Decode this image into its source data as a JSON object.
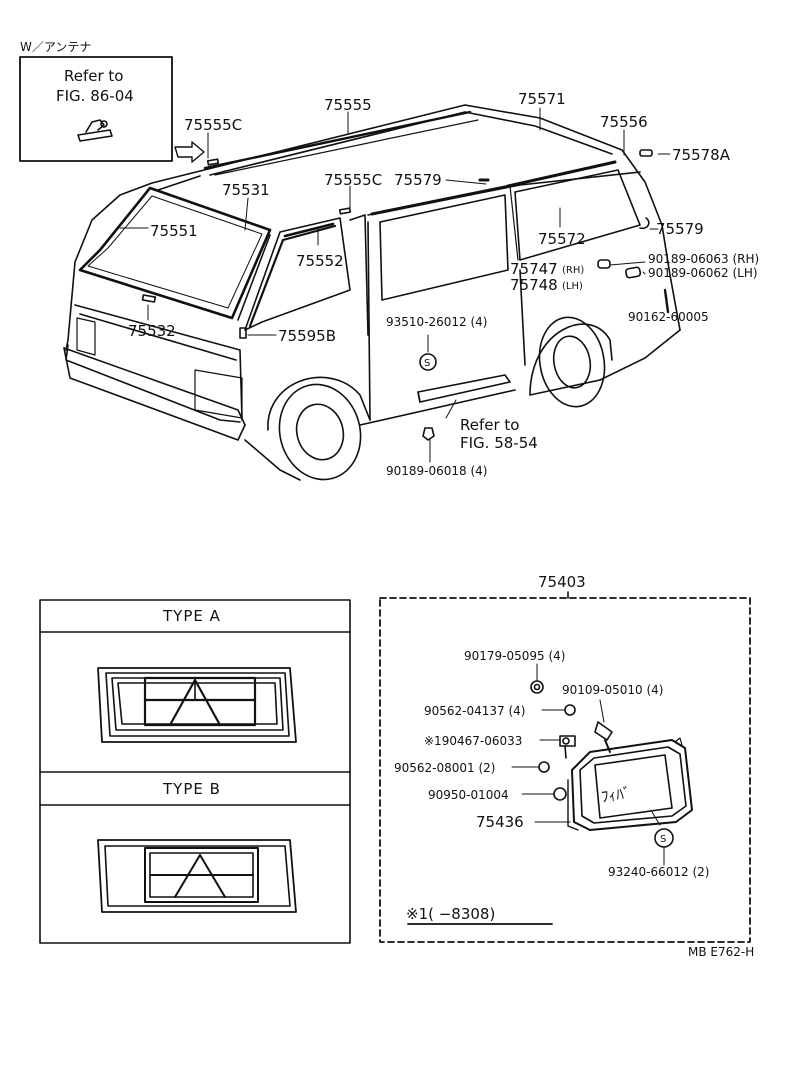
{
  "antenna": {
    "header": "W／アンテナ",
    "refer": "Refer to",
    "fig": "FIG. 86-04"
  },
  "labels": {
    "p75555": "75555",
    "p75571": "75571",
    "p75555c_top": "75555C",
    "p75556": "75556",
    "p75578a": "75578A",
    "p75531": "75531",
    "p75555c_mid": "75555C",
    "p75579_mid": "75579",
    "p75551": "75551",
    "p75579_right": "75579",
    "p75572": "75572",
    "p75552": "75552",
    "p90189_06063": "90189-06063 (RH)",
    "p90189_06062": "90189-06062 (LH)",
    "p75747": "75747",
    "rh": "(RH)",
    "p75748": "75748",
    "lh": "(LH)",
    "p93510": "93510-26012 (4)",
    "p90162": "90162-60005",
    "p75532": "75532",
    "p75595b": "75595B",
    "refer2": "Refer to",
    "fig2": "FIG. 58-54",
    "p90189_06018": "90189-06018 (4)",
    "s": "S"
  },
  "types": {
    "a": "TYPE  A",
    "b": "TYPE  B"
  },
  "kit": {
    "title": "75403",
    "p90179": "90179-05095 (4)",
    "p90109": "90109-05010 (4)",
    "p90562_04137": "90562-04137 (4)",
    "p190467": "※190467-06033",
    "p90562_08001": "90562-08001 (2)",
    "p90950": "90950-01004",
    "p75436": "75436",
    "p93240": "93240-66012 (2)",
    "note": "※1(      −8308)",
    "s": "S",
    "plate_text": "ﾌｨﾊﾞ"
  },
  "footer": "MB  E762-H"
}
